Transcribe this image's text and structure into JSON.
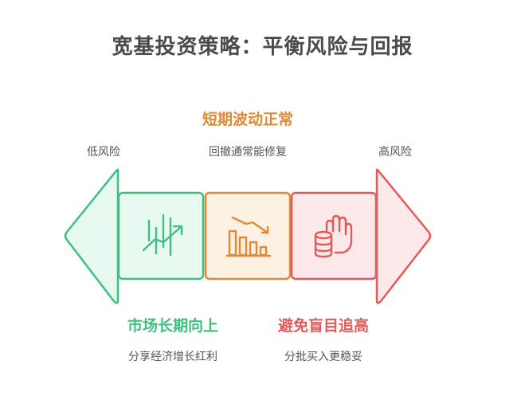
{
  "title": "宽基投资策略：平衡风险与回报",
  "top": {
    "heading": "短期波动正常",
    "subtitle": "回撤通常能修复"
  },
  "left_end": {
    "label": "低风险"
  },
  "right_end": {
    "label": "高风险"
  },
  "bottom_left": {
    "heading": "市场长期向上",
    "subtitle": "分享经济增长红利"
  },
  "bottom_right": {
    "heading": "避免盲目追高",
    "subtitle": "分批买入更稳妥"
  },
  "colors": {
    "green": "#3fbf7f",
    "green_fill": "#e8faf0",
    "orange": "#e08a35",
    "orange_fill": "#fdf1e3",
    "red": "#e05a5a",
    "red_fill": "#fde9e9"
  },
  "icons": {
    "left_segment": "growth-chart-icon",
    "middle_segment": "declining-bar-chart-icon",
    "right_segment": "hand-stop-coins-icon"
  }
}
